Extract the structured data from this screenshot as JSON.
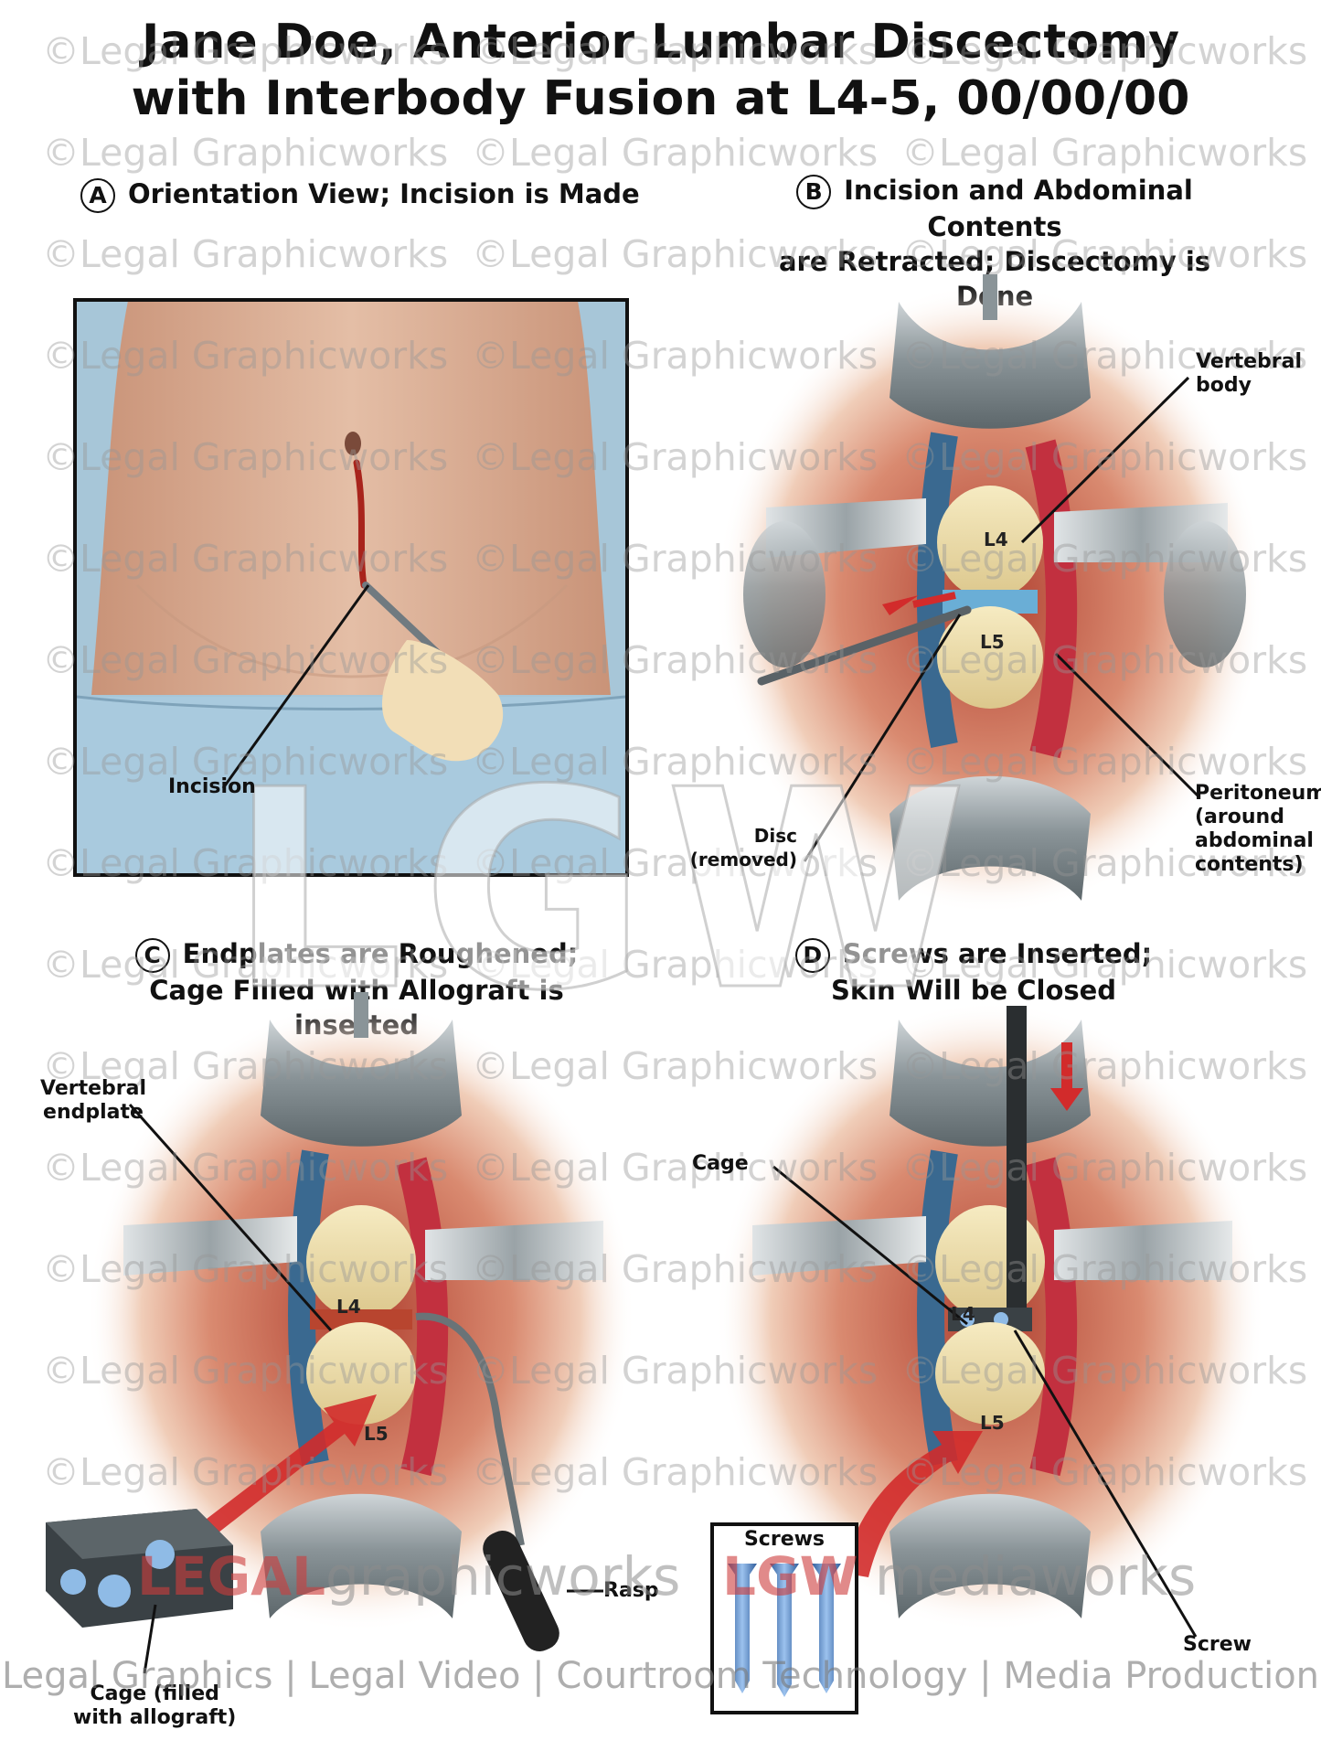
{
  "title": {
    "line1": "Jane Doe, Anterior Lumbar Discectomy",
    "line2": "with Interbody Fusion at L4-5, 00/00/00"
  },
  "watermark": {
    "text": "©Legal Graphicworks",
    "logo": "LGW"
  },
  "panels": [
    {
      "letter": "A",
      "title": [
        "Orientation View; Incision is Made"
      ],
      "labels": {
        "incision": "Incision"
      }
    },
    {
      "letter": "B",
      "title": [
        "Incision and Abdominal Contents",
        "are Retracted; Discectomy is Done"
      ],
      "labels": {
        "vertebral_body": [
          "Vertebral",
          "body"
        ],
        "disc": [
          "Disc",
          "(removed)"
        ],
        "peritoneum": [
          "Peritoneum",
          "(around",
          "abdominal",
          "contents)"
        ],
        "l4": "L4",
        "l5": "L5"
      }
    },
    {
      "letter": "C",
      "title": [
        "Endplates are Roughened;",
        "Cage Filled with Allograft is inserted"
      ],
      "labels": {
        "endplate": [
          "Vertebral",
          "endplate"
        ],
        "rasp": "Rasp",
        "cage": [
          "Cage (filled",
          "with allograft)"
        ],
        "l4": "L4",
        "l5": "L5"
      }
    },
    {
      "letter": "D",
      "title": [
        "Screws are Inserted;",
        "Skin Will be Closed"
      ],
      "labels": {
        "cage": "Cage",
        "screw": "Screw",
        "screws_box": "Screws",
        "l4": "L4",
        "l5": "L5"
      }
    }
  ],
  "footer": {
    "brand_left_1": "LEGAL",
    "brand_left_2": "graphicworks",
    "brand_right_1": "LGW",
    "brand_right_2": "mediaworks",
    "tagline": "Legal Graphics | Legal Video | Courtroom Technology | Media Production"
  },
  "colors": {
    "skin": "#d9ab90",
    "drape": "#a7c6d8",
    "retractor": "#8d979b",
    "vertebra": "#ecdca8",
    "vessel_red": "#c2303f",
    "vessel_blue": "#3a6990",
    "arrow": "#d22b2b",
    "screw": "#5f8fd0"
  }
}
